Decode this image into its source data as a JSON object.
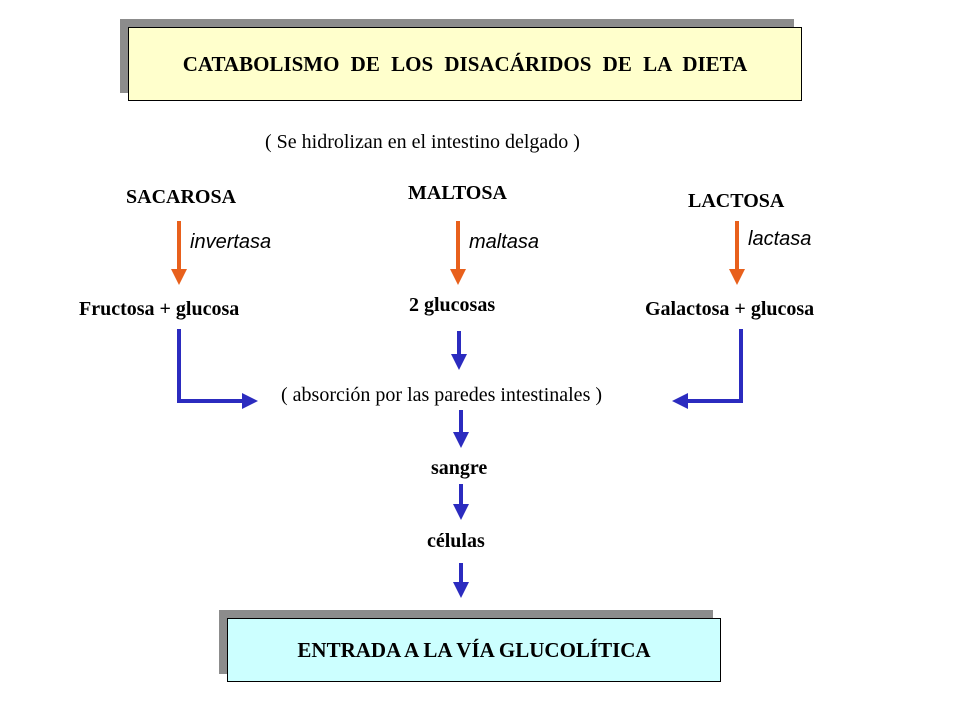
{
  "title": "CATABOLISMO  DE  LOS  DISACÁRIDOS  DE  LA  DIETA",
  "subtitle": "( Se hidrolizan en el intestino delgado )",
  "disaccharides": [
    {
      "name": "SACAROSA",
      "enzyme": "invertasa",
      "product": "Fructosa + glucosa"
    },
    {
      "name": "MALTOSA",
      "enzyme": "maltasa",
      "product": "2 glucosas"
    },
    {
      "name": "LACTOSA",
      "enzyme": "lactasa",
      "product": "Galactosa + glucosa"
    }
  ],
  "absorption": "( absorción por las paredes intestinales )",
  "blood": "sangre",
  "cells": "células",
  "final": "ENTRADA A LA VÍA GLUCOLÍTICA",
  "colors": {
    "enzyme_arrow": "#e8601c",
    "flow_arrow": "#2b2bbf",
    "title_fill": "#ffffcc",
    "final_fill": "#ccffff"
  }
}
